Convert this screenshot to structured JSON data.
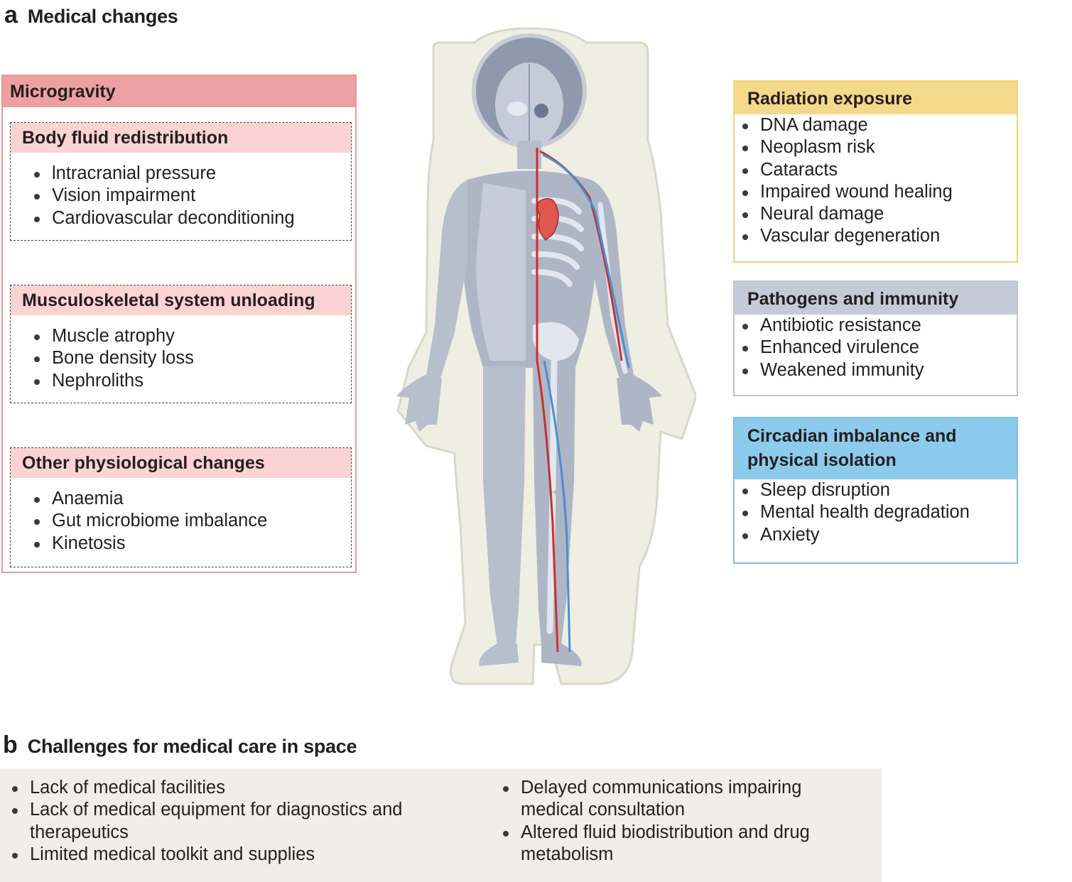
{
  "panel_a": {
    "letter": "a",
    "title": "Medical changes"
  },
  "panel_b": {
    "letter": "b",
    "title": "Challenges for medical care in space"
  },
  "microgravity": {
    "title": "Microgravity",
    "groups": [
      {
        "title": "Body fluid redistribution",
        "items": [
          "lntracranial pressure",
          "Vision impairment",
          "Cardiovascular deconditioning"
        ]
      },
      {
        "title": "Musculoskeletal system unloading",
        "items": [
          "Muscle atrophy",
          "Bone density loss",
          "Nephroliths"
        ]
      },
      {
        "title": "Other physiological changes",
        "items": [
          "Anaemia",
          "Gut microbiome imbalance",
          "Kinetosis"
        ]
      }
    ]
  },
  "radiation": {
    "title": "Radiation exposure",
    "items": [
      "DNA damage",
      "Neoplasm risk",
      "Cataracts",
      "Impaired wound healing",
      "Neural damage",
      "Vascular degeneration"
    ]
  },
  "pathogens": {
    "title": "Pathogens and immunity",
    "items": [
      "Antibiotic resistance",
      "Enhanced virulence",
      "Weakened immunity"
    ]
  },
  "circadian": {
    "title_line1": "Circadian imbalance and",
    "title_line2": "physical isolation",
    "items": [
      "Sleep disruption",
      "Mental health degradation",
      "Anxiety"
    ]
  },
  "challenges": {
    "left": [
      "Lack of medical facilities",
      "Lack of medical equipment for diagnostics and therapeutics",
      "Limited medical toolkit and supplies"
    ],
    "right": [
      "Delayed communications impairing medical consultation",
      "Altered fluid biodistribution and drug metabolism"
    ]
  },
  "colors": {
    "microgravity": "#eda0a1",
    "subheader": "#fbd3d2",
    "radiation": "#f5d98a",
    "pathogens": "#c5cbd6",
    "circadian": "#8ccbec",
    "challenges_bg": "#efefe7"
  }
}
